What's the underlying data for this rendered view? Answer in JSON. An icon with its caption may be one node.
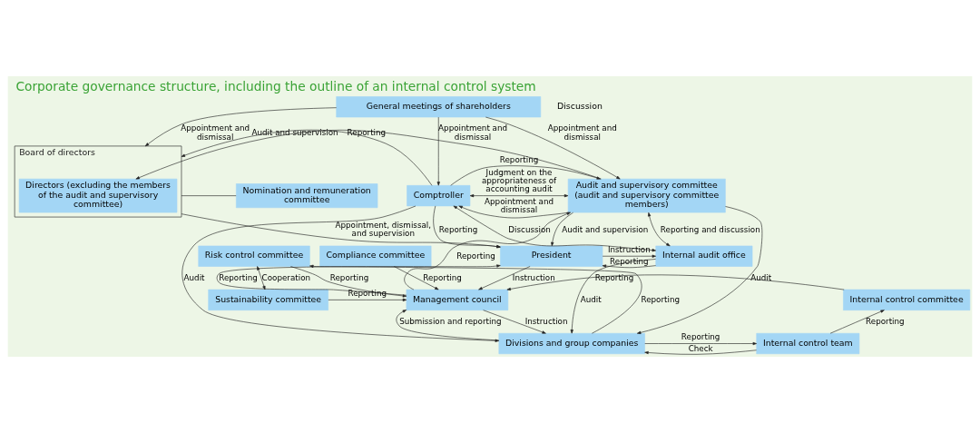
{
  "diagram": {
    "title": "Corporate governance structure, including the outline of an internal control system",
    "nodes": [
      {
        "text": [
          "General meetings of shareholders"
        ]
      },
      {
        "text": [
          "Board of directors"
        ]
      },
      {
        "text": [
          "Directors (excluding the members of the audit and supervisory committee)"
        ],
        "in": 1
      },
      {
        "text": [
          "Audit and supervisory committee (audit and supervisory committee members)"
        ]
      },
      {
        "text": [
          "Nomination and remuneration committee"
        ]
      },
      {
        "text": [
          "Comptroller"
        ]
      },
      {
        "text": [
          "President"
        ]
      },
      {
        "text": [
          "Compliance committee"
        ]
      },
      {
        "text": [
          "Risk control committee"
        ]
      },
      {
        "text": [
          "Sustainability committee"
        ]
      },
      {
        "text": [
          "Internal control committee"
        ]
      },
      {
        "text": [
          "Internal control team"
        ]
      },
      {
        "text": [
          "Management council"
        ]
      },
      {
        "text": [
          "Internal audit office"
        ]
      },
      {
        "text": [
          "Divisions and group companies"
        ]
      }
    ],
    "edges": [
      {
        "from": 0,
        "to": 1,
        "arrow": "to",
        "label": "Appointment and dismissal"
      },
      {
        "from": 0,
        "to": 3,
        "arrow": "to",
        "label": "Appointment and dismissal"
      },
      {
        "from": 0,
        "to": 5,
        "arrow": "to",
        "label": "Appointment and dismissal"
      },
      {
        "from": 5,
        "to": 1,
        "arrow": "to",
        "label": "Reporting"
      },
      {
        "from": 3,
        "to": 2,
        "arrow": "to",
        "label": "Audit and supervision"
      },
      {
        "from": 4,
        "to": 1,
        "arrow": "none"
      },
      {
        "from": 5,
        "to": 3,
        "arrow": "to",
        "label": "Reporting"
      },
      {
        "from": 3,
        "to": 5,
        "arrow": "to",
        "label": "Appointment and dismissal"
      },
      {
        "from": 3,
        "to": 5,
        "arrow": "both",
        "label": "Judgment on the appropriateness of accounting audit"
      },
      {
        "from": 1,
        "to": 6,
        "arrow": "to",
        "label": "Appointment, dismissal, and supervision"
      },
      {
        "from": 3,
        "to": 6,
        "arrow": "to",
        "label": "Audit and supervision"
      },
      {
        "from": 5,
        "to": 6,
        "arrow": "to",
        "label": "Reporting"
      },
      {
        "from": 13,
        "to": 6,
        "arrow": "to",
        "label": "Reporting"
      },
      {
        "from": 6,
        "to": 13,
        "arrow": "to",
        "label": "Instruction"
      },
      {
        "from": 3,
        "to": 13,
        "arrow": "both",
        "label": "Reporting and discussion"
      },
      {
        "from": 5,
        "to": 13,
        "arrow": "both",
        "label": "Discussion"
      },
      {
        "from": 6,
        "to": 12,
        "arrow": "to",
        "label": "Instruction"
      },
      {
        "from": 12,
        "to": 6,
        "arrow": "to",
        "label": "Reporting"
      },
      {
        "from": 12,
        "to": 3,
        "arrow": "to",
        "label": "Reporting"
      },
      {
        "from": 7,
        "to": 12,
        "arrow": "to",
        "label": "Reporting"
      },
      {
        "from": 8,
        "to": 12,
        "arrow": "to",
        "label": "Reporting"
      },
      {
        "from": 9,
        "to": 12,
        "arrow": "to",
        "label": "Reporting"
      },
      {
        "from": 10,
        "to": 12,
        "arrow": "to",
        "label": "Reporting"
      },
      {
        "from": 8,
        "to": 9,
        "arrow": "both",
        "label": "Cooperation"
      },
      {
        "from": 11,
        "to": 10,
        "arrow": "to",
        "label": "Reporting"
      },
      {
        "from": 12,
        "to": 14,
        "arrow": "to",
        "label": "Instruction"
      },
      {
        "from": 14,
        "to": 12,
        "arrow": "to",
        "label": "Submission and reporting"
      },
      {
        "from": 11,
        "to": 14,
        "arrow": "to",
        "label": "Check"
      },
      {
        "from": 14,
        "to": 11,
        "arrow": "to",
        "label": "Reporting"
      },
      {
        "from": 14,
        "to": 8,
        "arrow": "to",
        "label": "Reporting"
      },
      {
        "from": 3,
        "to": 14,
        "arrow": "to",
        "label": "Audit"
      },
      {
        "from": 13,
        "to": 14,
        "arrow": "to",
        "label": "Audit"
      },
      {
        "from": 5,
        "to": 14,
        "arrow": "to",
        "label": "Audit"
      }
    ],
    "labels": [
      "Discussion"
    ]
  }
}
